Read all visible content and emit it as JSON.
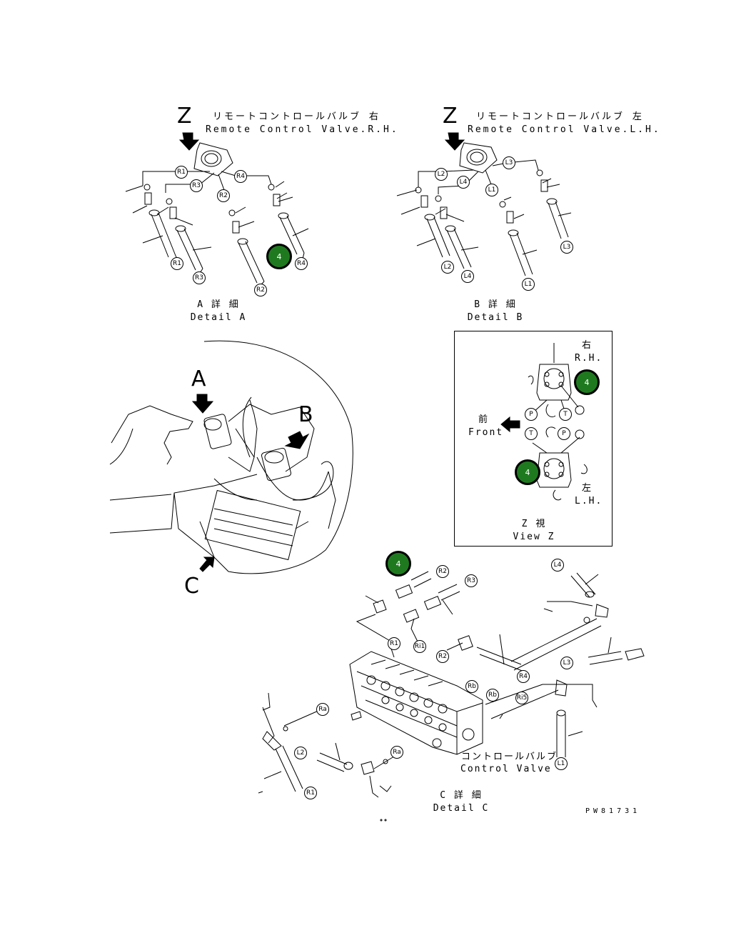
{
  "detail_a": {
    "view_letter": "Z",
    "title_jp": "リモートコントロールバルブ 右",
    "title_en": "Remote Control Valve.R.H.",
    "caption_jp": "A 詳 細",
    "caption_en": "Detail A",
    "tags": [
      "R1",
      "R3",
      "R4",
      "R2",
      "R1",
      "R3",
      "R2",
      "R4"
    ]
  },
  "detail_b": {
    "view_letter": "Z",
    "title_jp": "リモートコントロールバルブ 左",
    "title_en": "Remote Control Valve.L.H.",
    "caption_jp": "B 詳 細",
    "caption_en": "Detail B",
    "tags": [
      "L2",
      "L4",
      "L3",
      "L1",
      "L3",
      "L2",
      "L4",
      "L1"
    ]
  },
  "view_z": {
    "rh_jp": "右",
    "rh_en": "R.H.",
    "lh_jp": "左",
    "lh_en": "L.H.",
    "front_jp": "前",
    "front_en": "Front",
    "caption_jp": "Z 視",
    "caption_en": "View Z",
    "ports": [
      "P",
      "T",
      "T",
      "P"
    ]
  },
  "overview": {
    "label_a": "A",
    "label_b": "B",
    "label_c": "C"
  },
  "detail_c": {
    "title_jp": "コントロールバルブ",
    "title_en": "Control Valve",
    "caption_jp": "C 詳 細",
    "caption_en": "Detail C",
    "tags": [
      "R2",
      "R3",
      "L4",
      "R1",
      "Ri1",
      "R2",
      "R4",
      "Rb",
      "Rb",
      "Ri5",
      "L3",
      "Ra",
      "L2",
      "Ra",
      "L1",
      "R1"
    ]
  },
  "callout": {
    "number": "4",
    "color": "#1f7a1f"
  },
  "drawing_number": "PW81731"
}
